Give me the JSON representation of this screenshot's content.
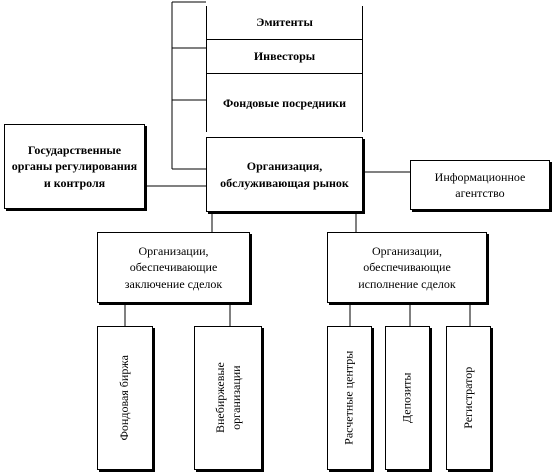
{
  "participants": {
    "issuers": "Эмитенты",
    "investors": "Инвесторы",
    "intermediaries": "Фондовые посредники"
  },
  "regulators": "Государственные органы регулирования и контроля",
  "market_service": "Организация, обслуживающая рынок",
  "info_agency": "Информационное агентство",
  "deal_conclusion": "Организации, обеспечивающие заключение сделок",
  "deal_execution": "Организации, обеспечивающие исполнение сделок",
  "leaf": {
    "exchange": "Фондовая биржа",
    "otc": "Внебиржевые организации",
    "settlement": "Расчетные центры",
    "depository": "Депозиты",
    "registrar": "Регистратор"
  }
}
